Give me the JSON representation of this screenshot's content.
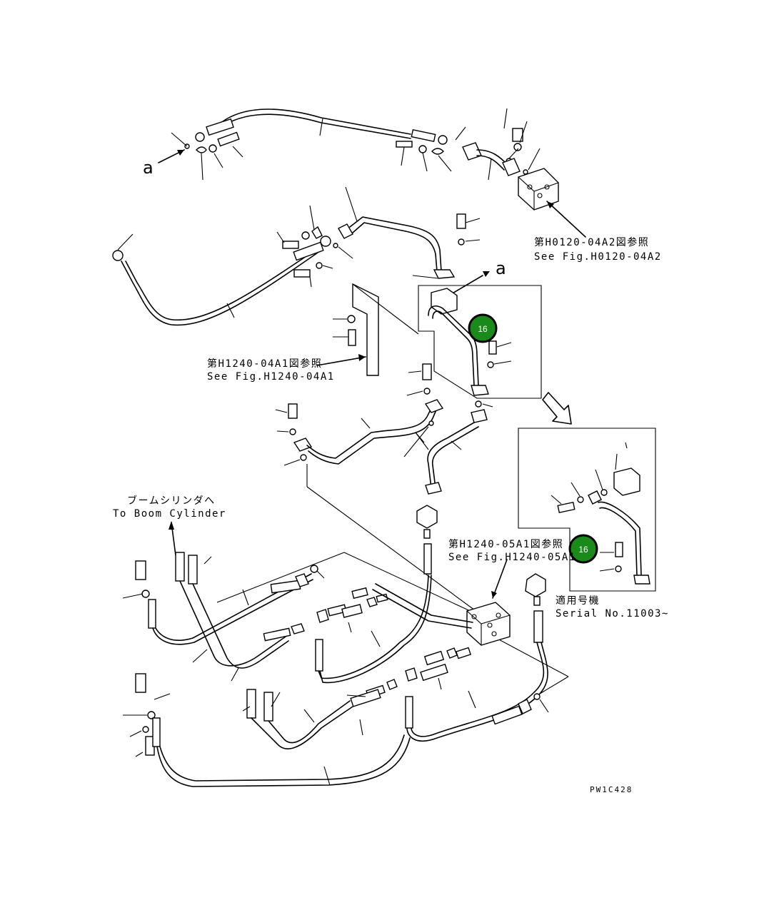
{
  "view_letter": "a",
  "refs": {
    "h0120": {
      "jp": "第H0120-04A2図参照",
      "en": "See Fig.H0120-04A2"
    },
    "h1240_04": {
      "jp": "第H1240-04A1図参照",
      "en": "See Fig.H1240-04A1"
    },
    "h1240_05": {
      "jp": "第H1240-05A1図参照",
      "en": "See Fig.H1240-05A1"
    }
  },
  "boom": {
    "jp": "ブームシリンダへ",
    "en": "To Boom Cylinder"
  },
  "serial": {
    "jp": "適用号機",
    "en": "Serial No.11003~"
  },
  "badges": [
    {
      "label": "16"
    },
    {
      "label": "16"
    }
  ],
  "drawing_code": "PW1C428",
  "colors": {
    "badge_fill": "#1a8a1a",
    "badge_ring": "#000000",
    "line": "#000000"
  }
}
